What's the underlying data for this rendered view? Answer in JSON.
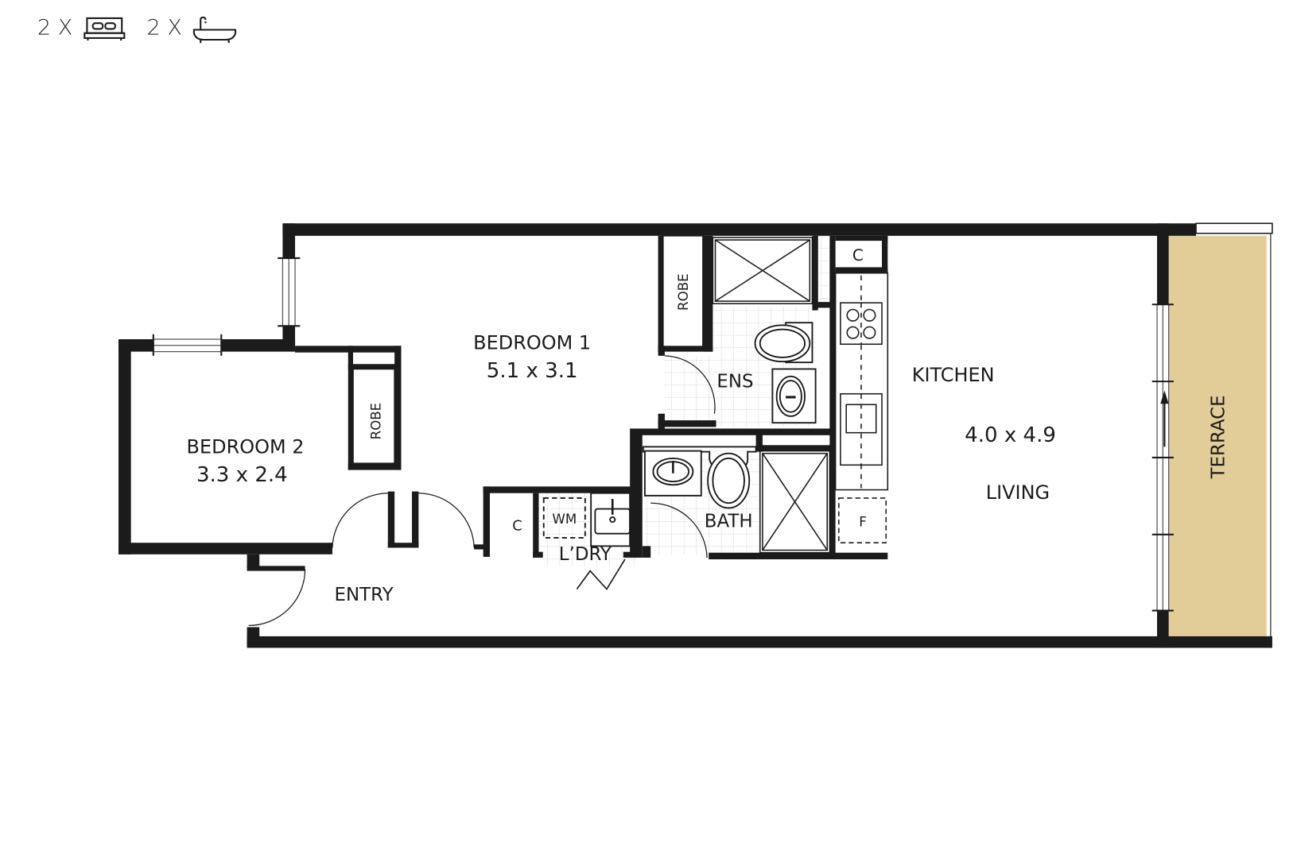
{
  "summary": {
    "bedrooms": {
      "count_label": "2 X",
      "icon": "bed-icon"
    },
    "bathrooms": {
      "count_label": "2 X",
      "icon": "bathtub-icon"
    }
  },
  "rooms": {
    "bedroom1": {
      "name": "BEDROOM 1",
      "dims": "5.1 x 3.1"
    },
    "bedroom2": {
      "name": "BEDROOM 2",
      "dims": "3.3 x 2.4"
    },
    "kitchen": {
      "name": "KITCHEN"
    },
    "kitchen_living_dims": "4.0 x 4.9",
    "living": {
      "name": "LIVING"
    },
    "ensuite": {
      "name": "ENS"
    },
    "bath": {
      "name": "BATH"
    },
    "laundry": {
      "name": "L’DRY"
    },
    "entry": {
      "name": "ENTRY"
    },
    "terrace": {
      "name": "TERRACE"
    }
  },
  "fixtures": {
    "robe1": "ROBE",
    "robe2": "ROBE",
    "cupboard_laundry": "C",
    "cupboard_kitchen": "C",
    "washing_machine": "WM",
    "fridge": "F"
  },
  "colors": {
    "wall": "#1b1b1b",
    "terrace_fill": "#e2cc98",
    "tile_grid": "#d6d6d6",
    "background": "#ffffff"
  }
}
